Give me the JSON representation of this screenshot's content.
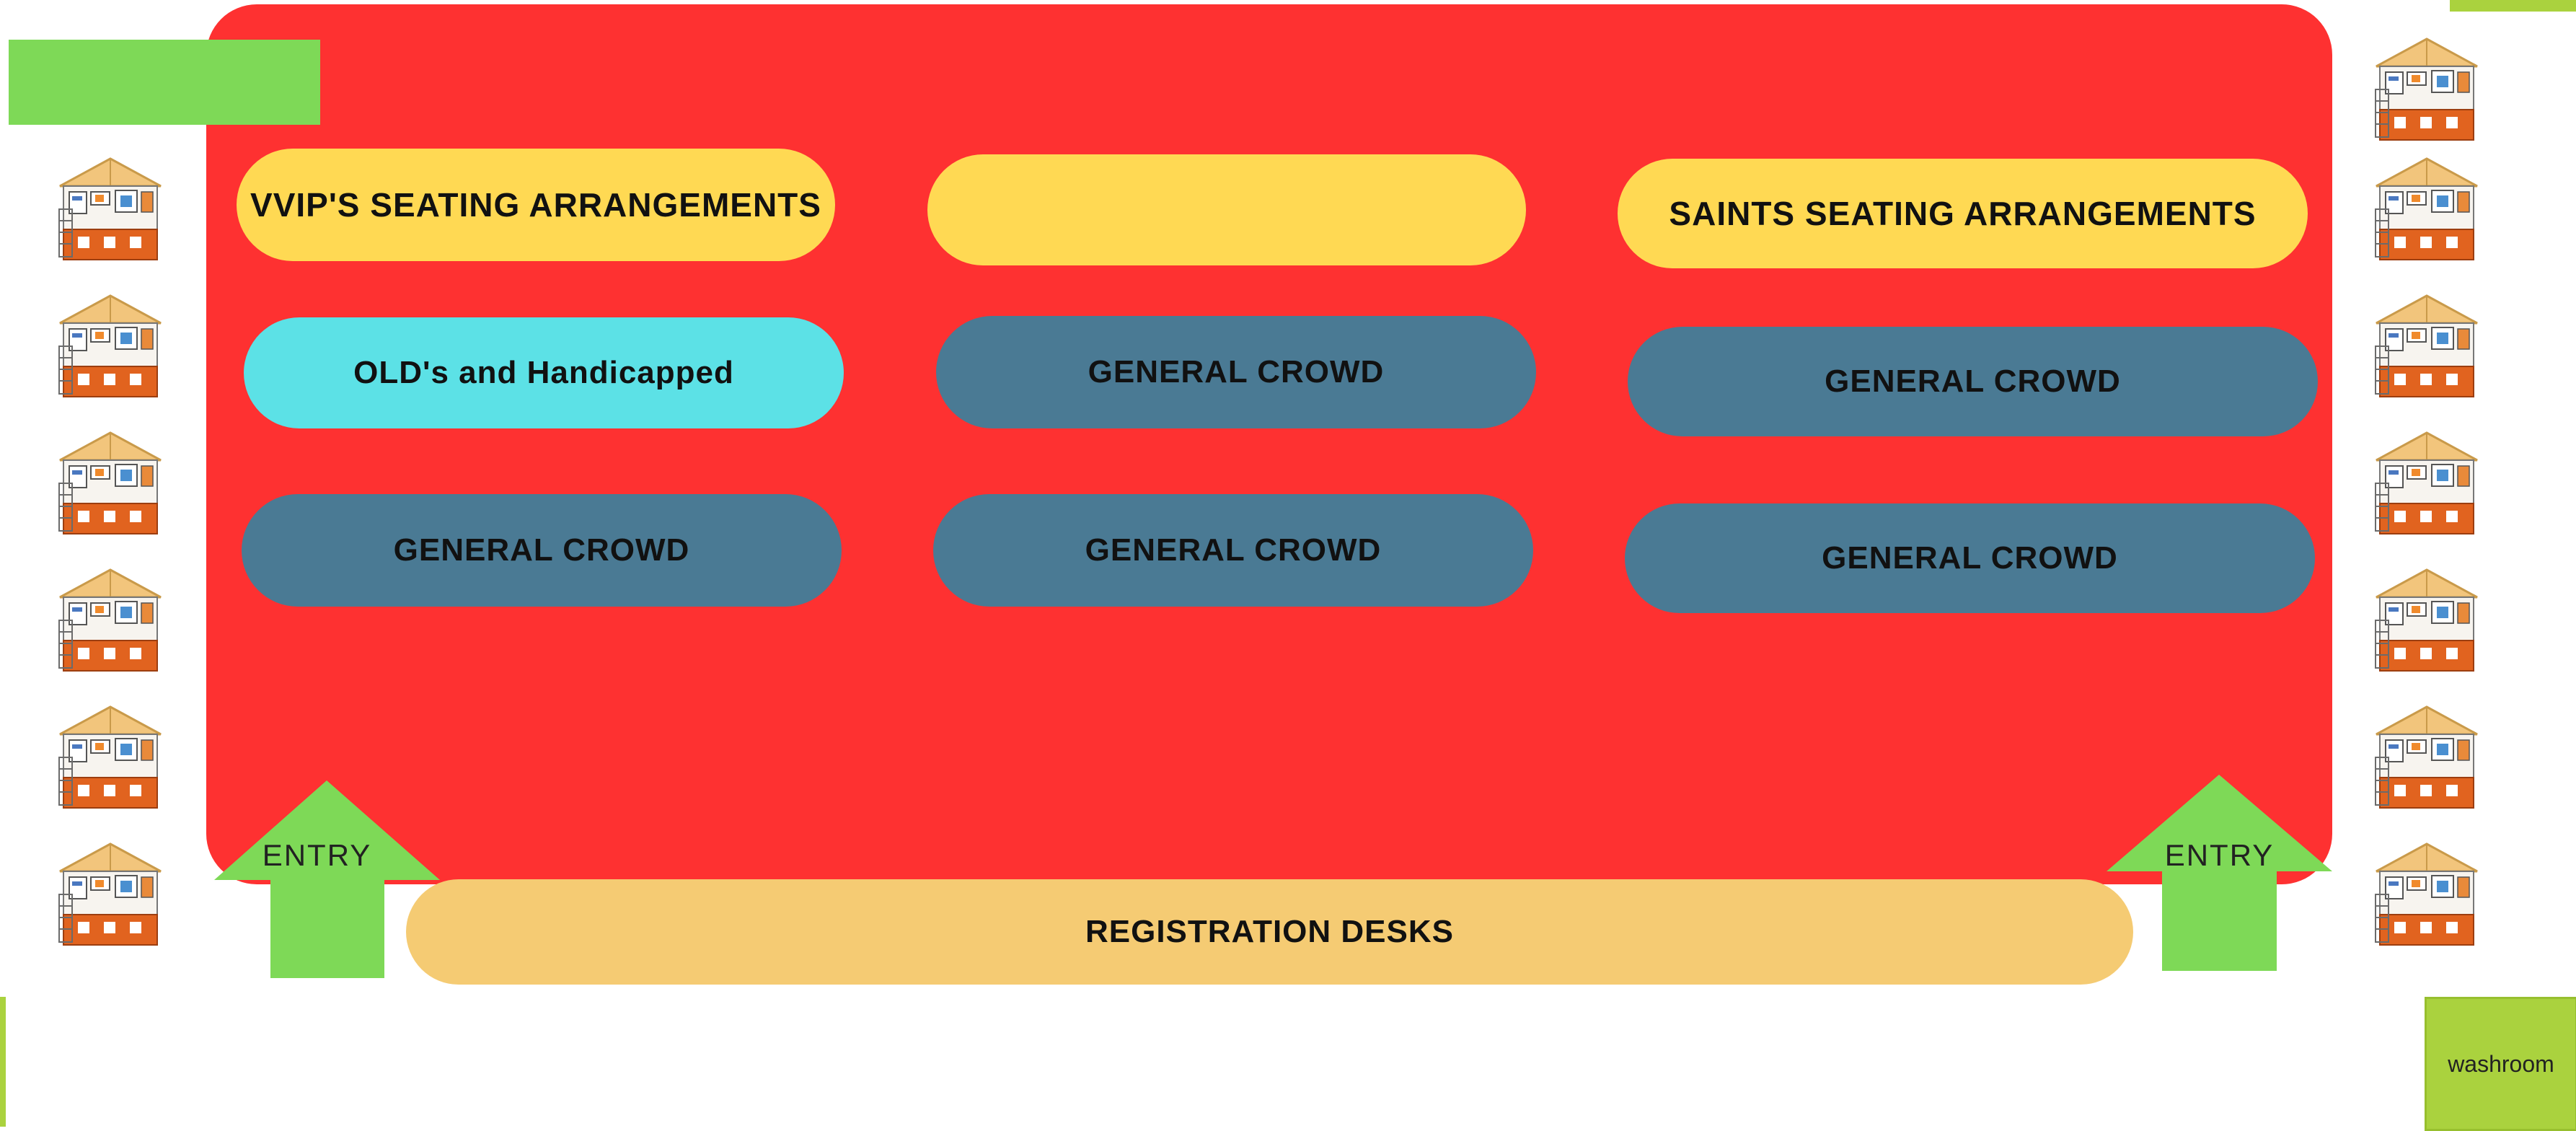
{
  "seating": {
    "vvip": "VVIP'S SEATING ARRANGEMENTS",
    "center_top": "",
    "saints": "SAINTS SEATING ARRANGEMENTS",
    "old_handicapped": "OLD's and Handicapped",
    "general_crowd": "GENERAL CROWD"
  },
  "registration": "REGISTRATION DESKS",
  "entry_label": "ENTRY",
  "washroom_label": "washroom",
  "icons": {
    "booth": "stall-booth-icon",
    "entry": "arrow-up-icon"
  },
  "colors": {
    "venue": "#fe3131",
    "vvip_yellow": "#ffd953",
    "old_cyan": "#5ce1e6",
    "general_blue": "#4a7a94",
    "registration": "#f5cb73",
    "entry_green": "#7ed957",
    "washroom_green": "#aad23e"
  }
}
